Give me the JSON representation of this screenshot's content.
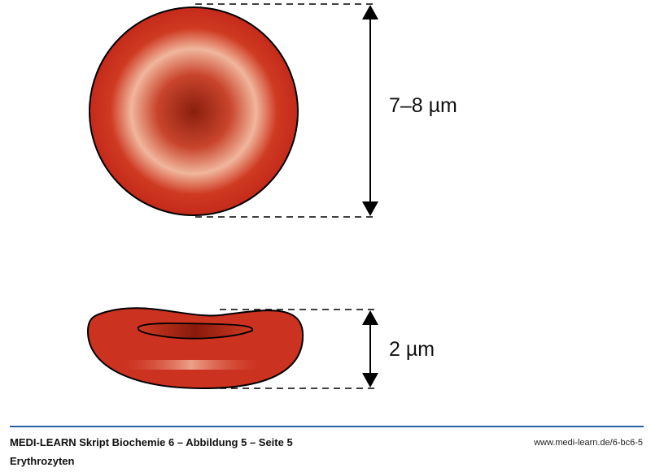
{
  "diagram": {
    "top_view_label": "7–8 µm",
    "side_view_label": "2 µm",
    "cell_color": "#cf2f1f"
  },
  "footer": {
    "title": "MEDI-LEARN Skript Biochemie 6 – Abbildung 5 – Seite 5",
    "subtitle": "Erythrozyten",
    "url": "www.medi-learn.de/6-bc6-5",
    "rule_color": "#2a5ea8"
  }
}
